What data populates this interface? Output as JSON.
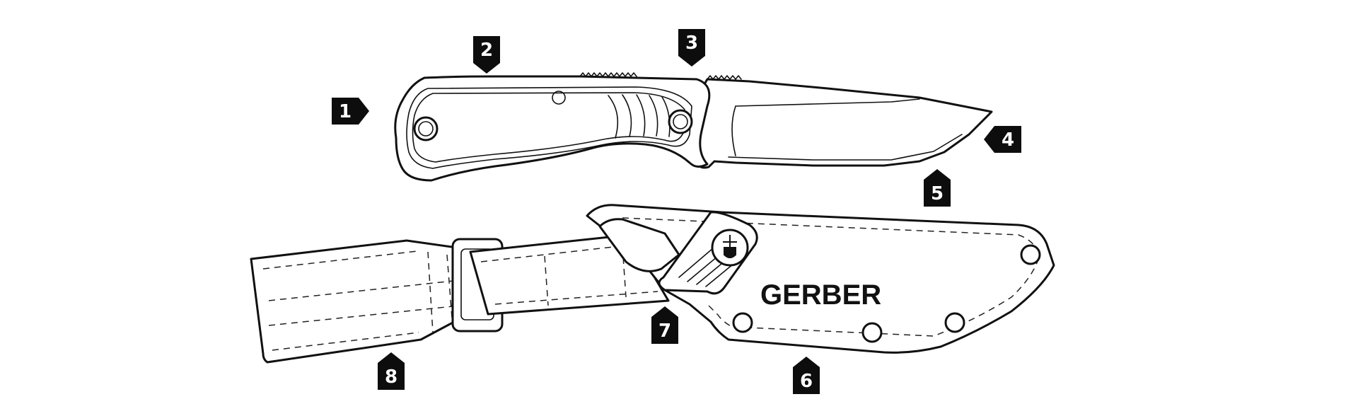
{
  "brand_text": "GERBER",
  "callouts": [
    {
      "number": "1",
      "target": "handle-butt",
      "direction": "right"
    },
    {
      "number": "2",
      "target": "handle-spine",
      "direction": "down"
    },
    {
      "number": "3",
      "target": "blade-jimping",
      "direction": "down"
    },
    {
      "number": "4",
      "target": "blade-tip",
      "direction": "left"
    },
    {
      "number": "5",
      "target": "blade-edge",
      "direction": "up"
    },
    {
      "number": "6",
      "target": "sheath-body",
      "direction": "up"
    },
    {
      "number": "7",
      "target": "sheath-retention",
      "direction": "up"
    },
    {
      "number": "8",
      "target": "belt-loop",
      "direction": "up"
    }
  ],
  "colors": {
    "line": "#111111",
    "badge": "#0d0d0d",
    "background": "#ffffff"
  }
}
